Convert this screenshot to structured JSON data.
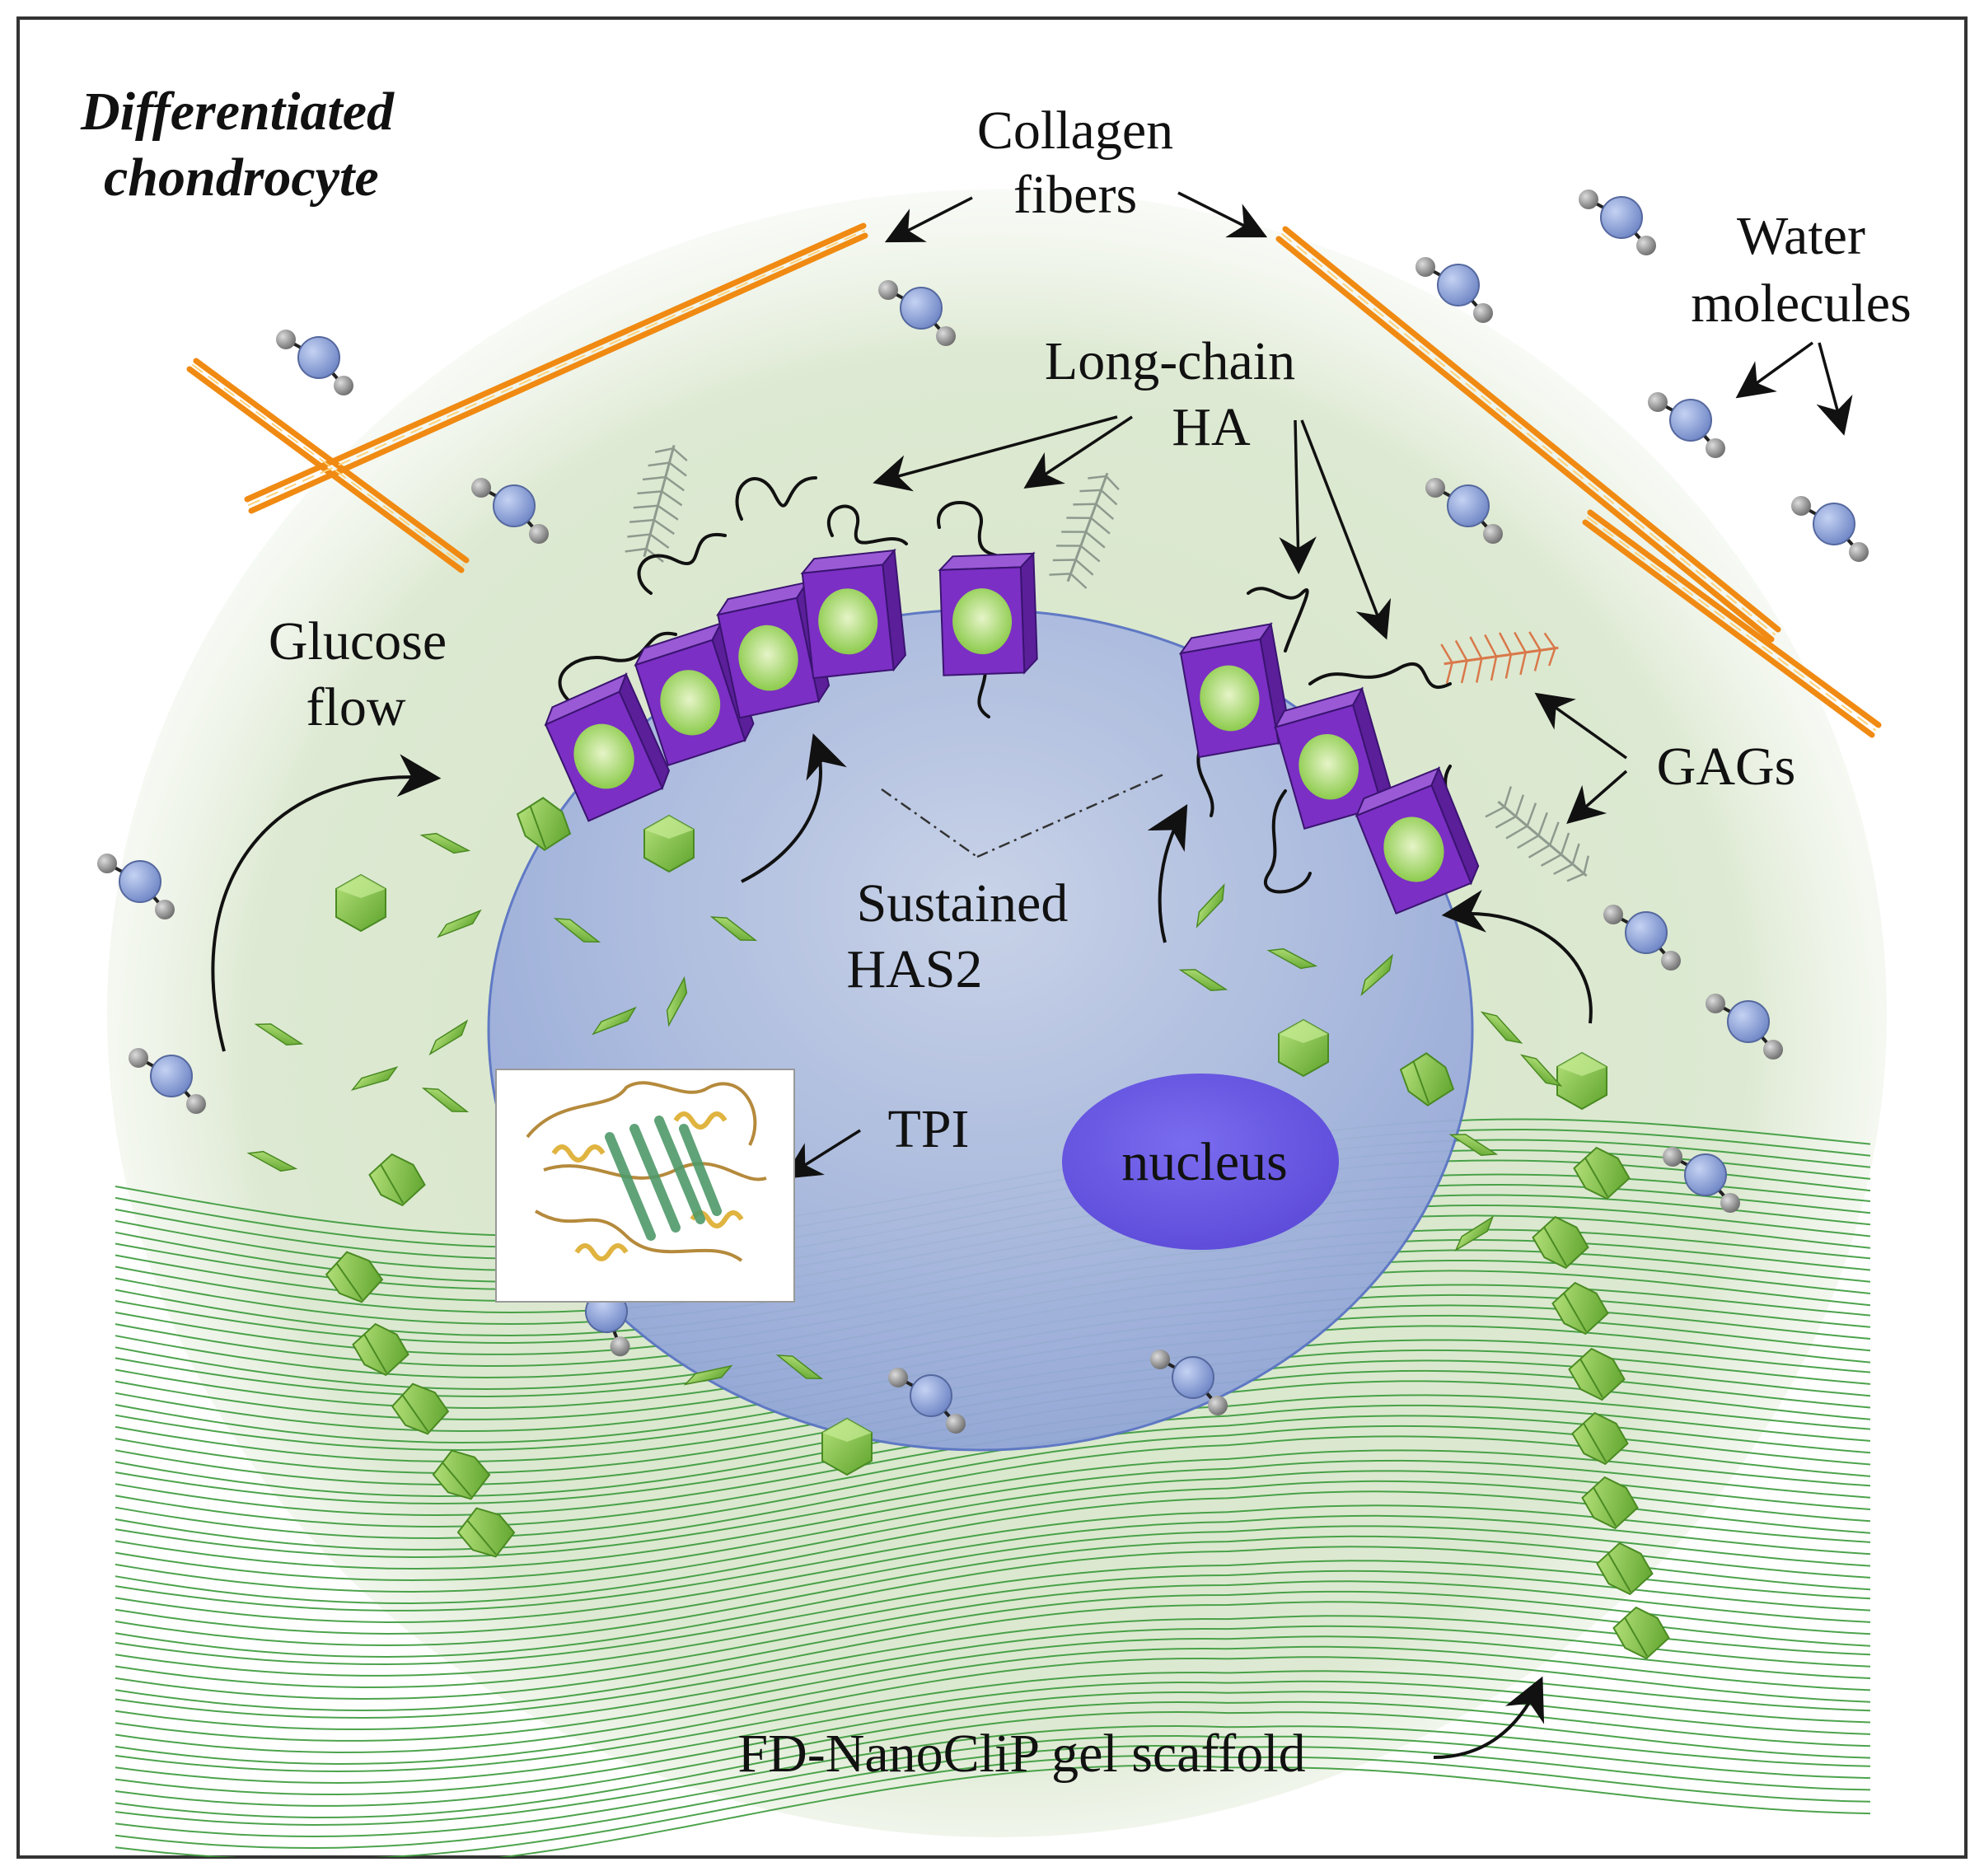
{
  "title": {
    "line1": "Differentiated",
    "line2": "chondrocyte"
  },
  "labels": {
    "collagen_line1": "Collagen",
    "collagen_line2": "fibers",
    "water_line1": "Water",
    "water_line2": "molecules",
    "ha_line1": "Long-chain",
    "ha_line2": "HA",
    "glucose_line1": "Glucose",
    "glucose_line2": "flow",
    "has2_line1": "Sustained",
    "has2_line2": "HAS2",
    "gags": "GAGs",
    "tpi": "TPI",
    "nucleus": "nucleus",
    "scaffold": "FD-NanoCliP gel scaffold"
  },
  "colors": {
    "halo": "#dbe8cf",
    "cell": "#93a8d8",
    "nucleus": "#6656e0",
    "has2": "#7b2fc4",
    "glucose": "#6fb83a",
    "water_o": "#8fa5d8",
    "water_h": "#8c8c8c",
    "collagen": "#f08a12",
    "scaffold": "#3a9a3a",
    "gag_gray": "#8e9a8e",
    "gag_orange": "#d9784a"
  },
  "icons": {
    "has2": "has2-enzyme-icon",
    "glucose": "glucose-molecule-icon",
    "water": "water-molecule-icon",
    "gag": "gag-chain-icon",
    "tpi": "tpi-protein-structure-icon"
  }
}
